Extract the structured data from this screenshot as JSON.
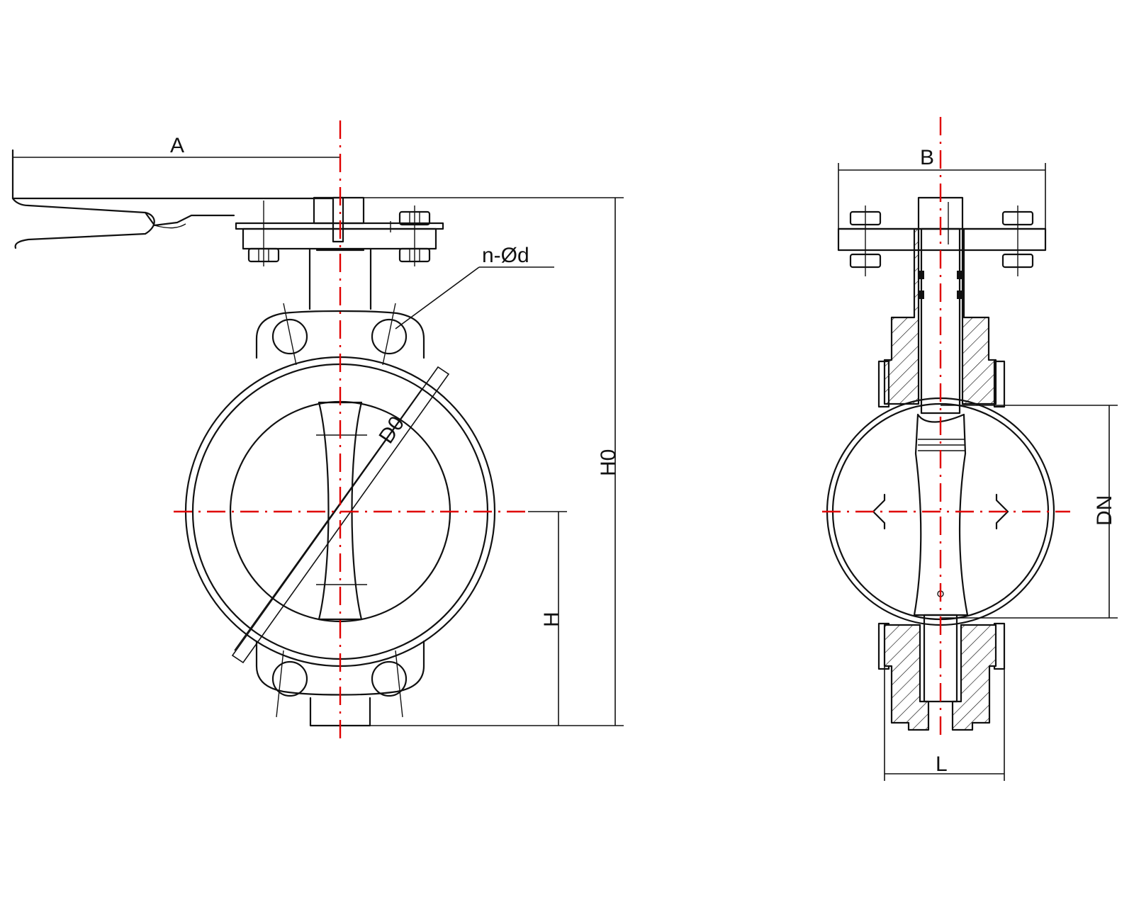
{
  "labels": {
    "A": "A",
    "n_d": "n-Ød",
    "D0": "D0",
    "H0": "H0",
    "H": "H",
    "B": "B",
    "DN": "DN",
    "L": "L"
  },
  "colors": {
    "line": "#111111",
    "centerline": "#e00000",
    "background": "#ffffff"
  }
}
